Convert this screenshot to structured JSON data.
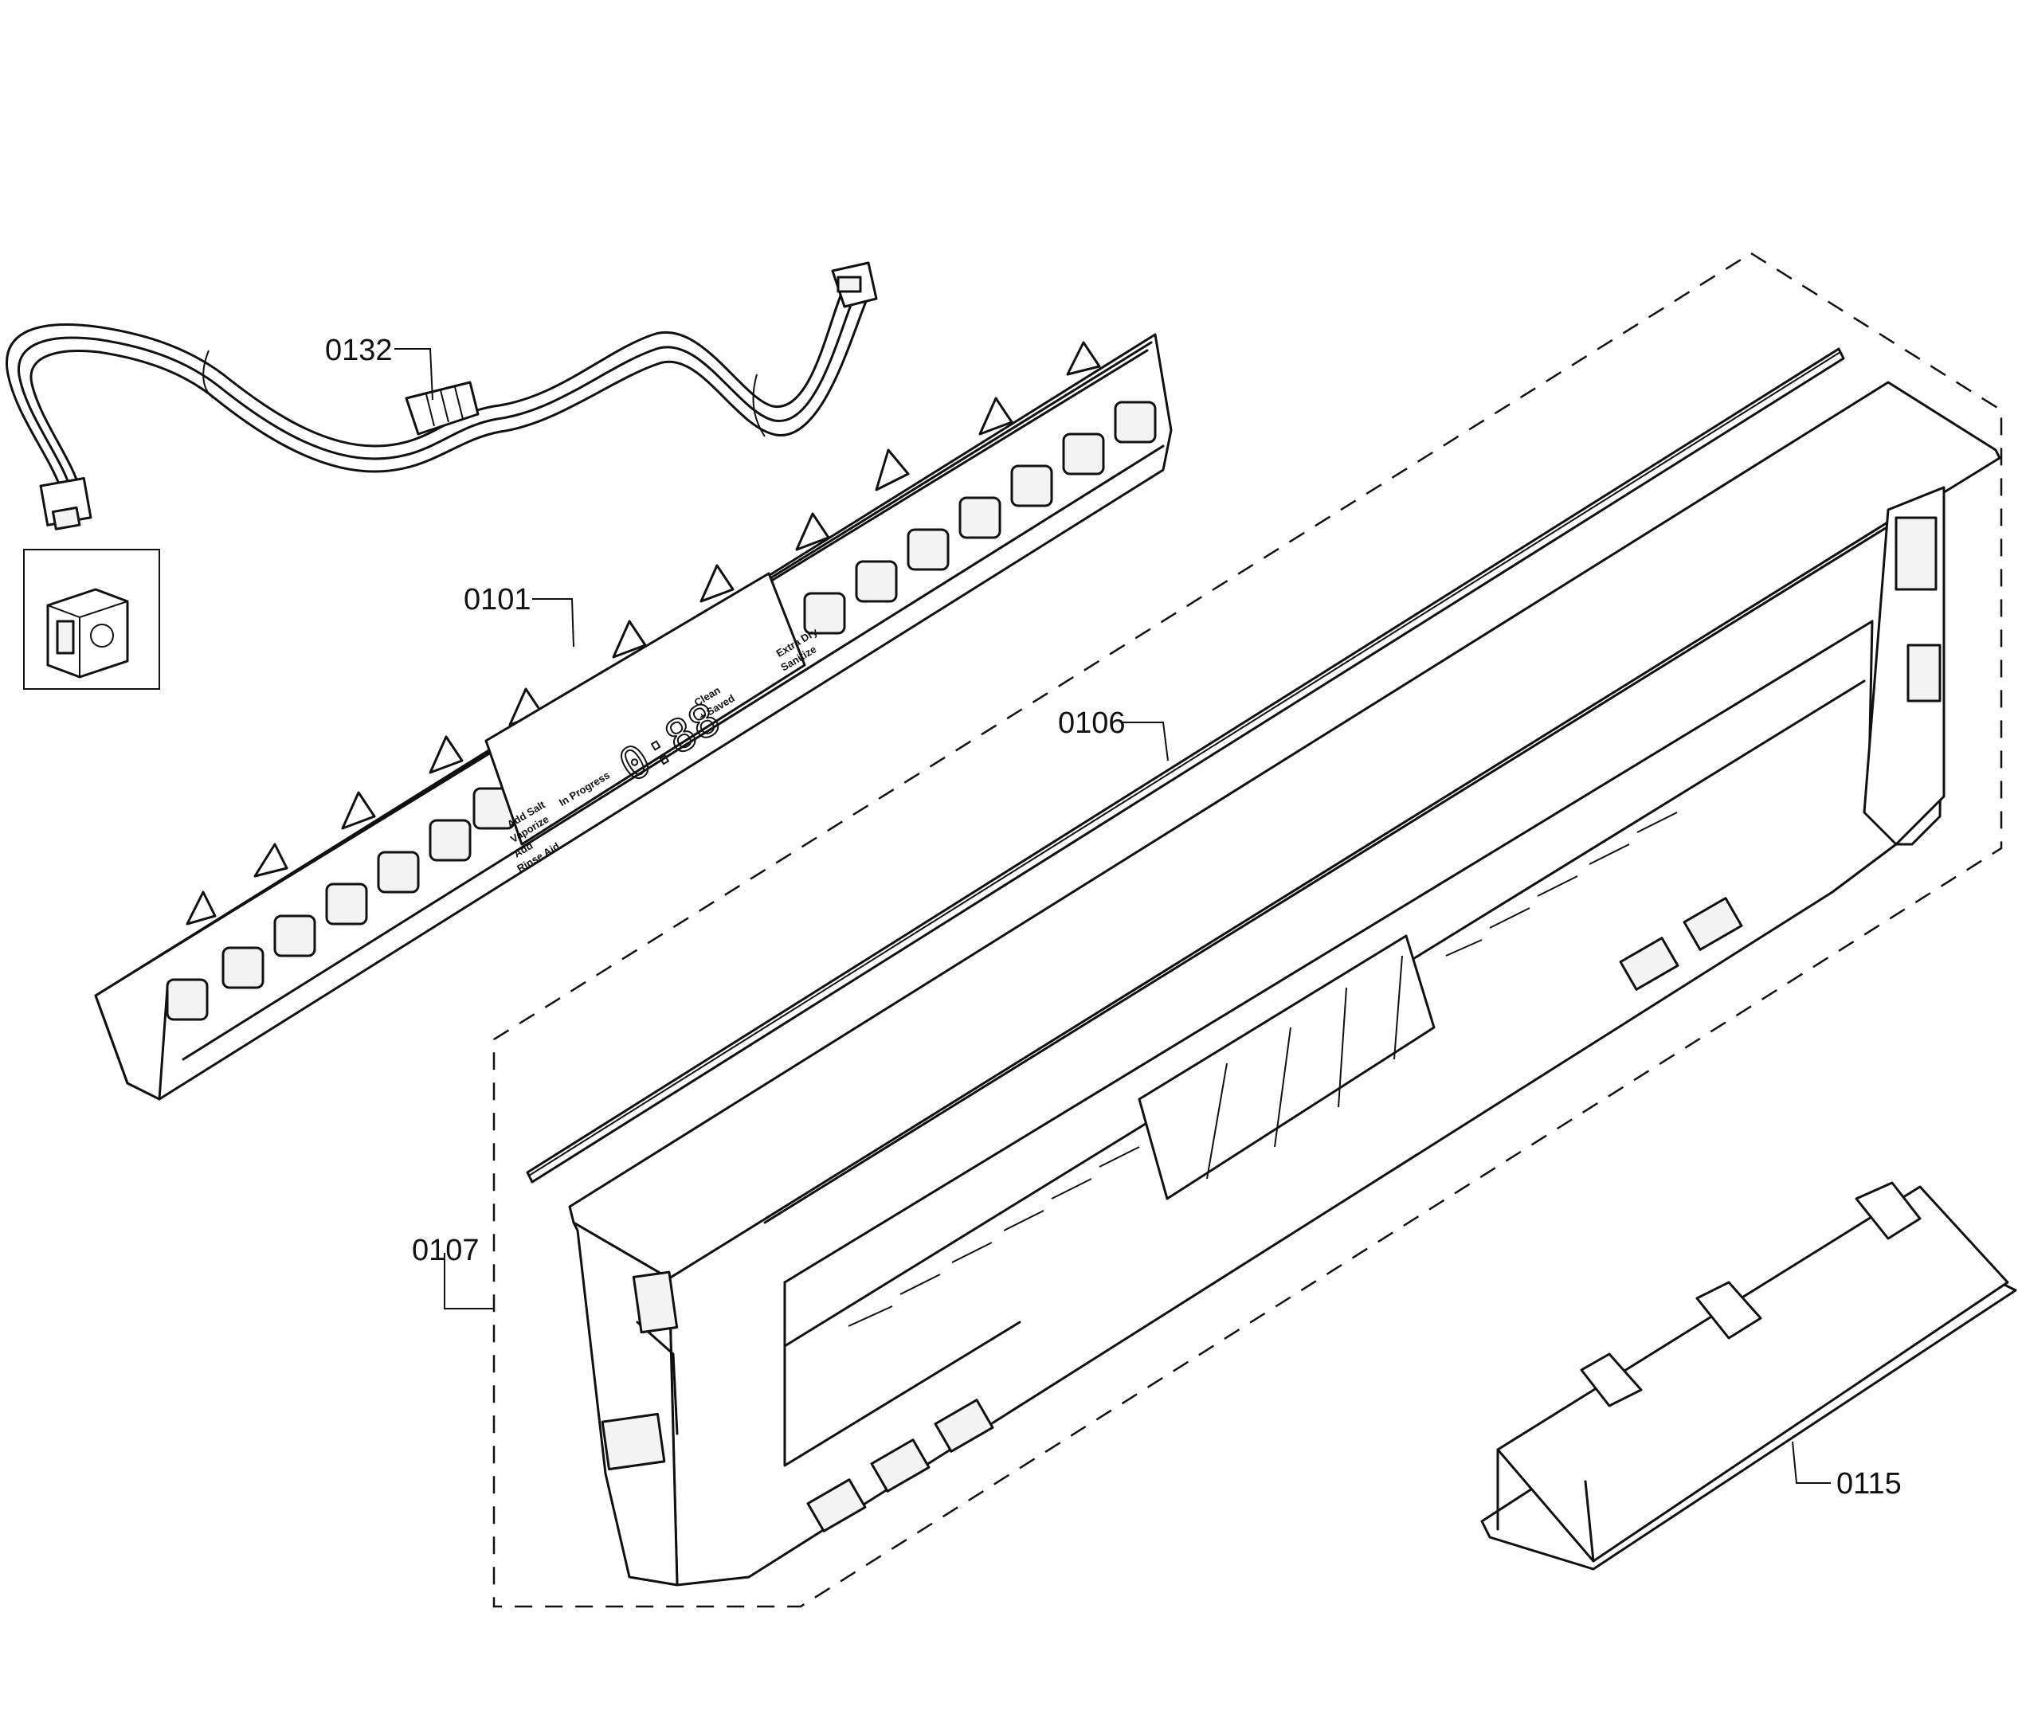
{
  "callouts": {
    "c0132": "0132",
    "c0101": "0101",
    "c0106": "0106",
    "c0107": "0107",
    "c0115": "0115"
  },
  "panel": {
    "opt1": "Add Salt",
    "opt2": "Vaporize",
    "opt3": "Add",
    "opt4": "Rinse Aid",
    "progress": "In Progress",
    "digits": "0:88",
    "clean1": "Clean",
    "clean2": "+ Saved",
    "extra1": "Extra Dry",
    "extra2": "Sanitize"
  }
}
